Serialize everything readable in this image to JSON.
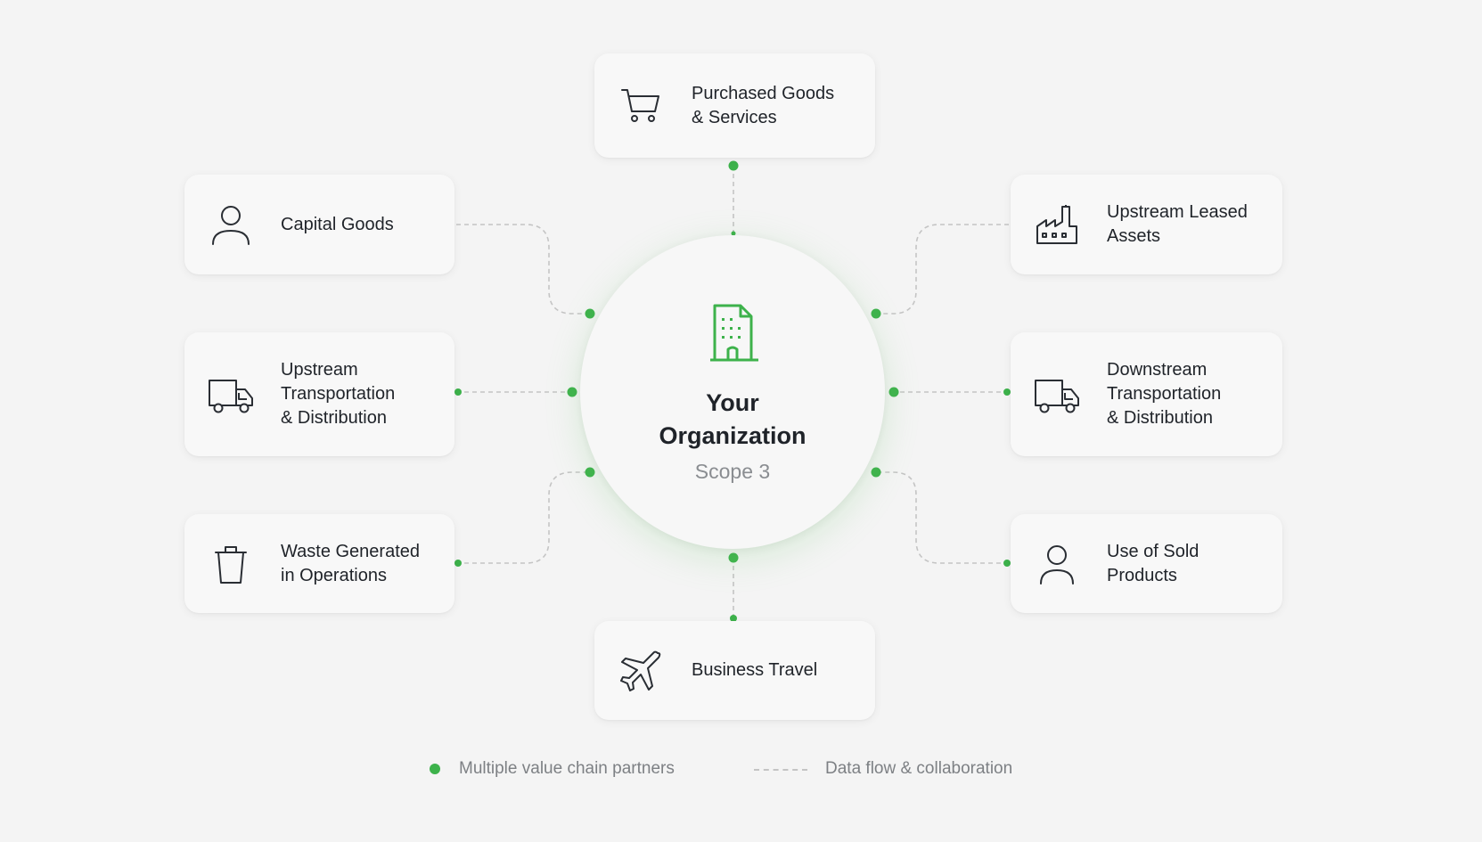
{
  "colors": {
    "accent": "#3db24b",
    "background": "#f4f4f4",
    "card": "#f8f8f8",
    "text": "#1f2329",
    "muted": "#8a8d91",
    "connector": "#c4c4c4"
  },
  "center": {
    "icon": "building-icon",
    "title_line1": "Your",
    "title_line2": "Organization",
    "subtitle": "Scope 3"
  },
  "categories": {
    "purchased": {
      "icon": "shopping-cart-icon",
      "line1": "Purchased Goods",
      "line2": "& Services"
    },
    "capital": {
      "icon": "person-icon",
      "line1": "Capital Goods"
    },
    "upstream_leased": {
      "icon": "factory-icon",
      "line1": "Upstream Leased",
      "line2": "Assets"
    },
    "upstream_transport": {
      "icon": "truck-icon",
      "line1": "Upstream",
      "line2": "Transportation",
      "line3": "& Distribution"
    },
    "downstream_transport": {
      "icon": "truck-icon",
      "line1": "Downstream",
      "line2": "Transportation",
      "line3": "& Distribution"
    },
    "waste": {
      "icon": "trash-bin-icon",
      "line1": "Waste Generated",
      "line2": "in Operations"
    },
    "use_of_sold": {
      "icon": "person-icon",
      "line1": "Use of Sold",
      "line2": "Products"
    },
    "business_travel": {
      "icon": "airplane-icon",
      "line1": "Business Travel"
    }
  },
  "legend": {
    "dot_label": "Multiple value chain partners",
    "dash_label": "Data flow & collaboration"
  }
}
